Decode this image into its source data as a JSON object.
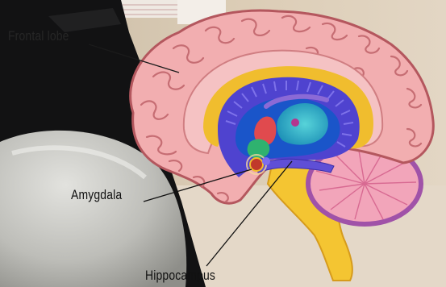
{
  "labels": {
    "frontal_lobe": "Frontal lobe",
    "amygdala": "Amygdala",
    "hippocampus": "Hippocampus"
  },
  "colors": {
    "cortex": "#f2aeb0",
    "cortex_outline": "#b4575e",
    "corpus_callosum": "#f0bd2e",
    "ventricle_band": "#4f43cf",
    "thalamus": "#1a55c9",
    "hypothalamus_red": "#e04a4e",
    "green": "#2fb26f",
    "cerebellum": "#f2a5ba",
    "cerebellum_outline": "#a052a8",
    "brainstem": "#f4c532",
    "shirt": "#111112",
    "sweater": "#c9c9c4",
    "background": "#d8cbb8"
  },
  "icons": [
    "brain-sagittal-illustration"
  ]
}
